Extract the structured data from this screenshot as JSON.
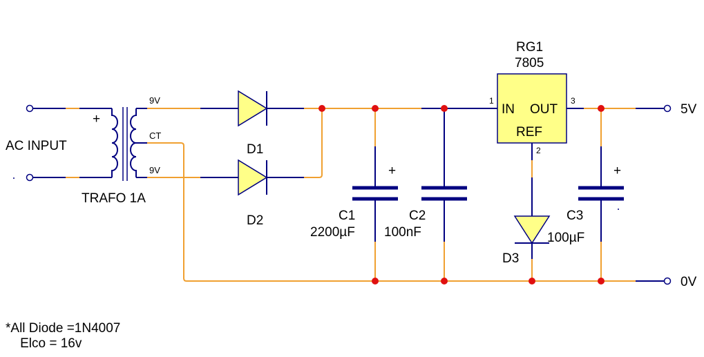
{
  "labels": {
    "ac_input": "AC INPUT",
    "transformer": "TRAFO 1A",
    "tap_top": "9V",
    "tap_center": "CT",
    "tap_bottom": "9V",
    "plus": "+",
    "d1": "D1",
    "d2": "D2",
    "d3": "D3",
    "c1_name": "C1",
    "c1_value": "2200µF",
    "c2_name": "C2",
    "c2_value": "100nF",
    "c3_name": "C3",
    "c3_value": "100µF",
    "rg_name": "RG1",
    "rg_part": "7805",
    "pin_in": "IN",
    "pin_out": "OUT",
    "pin_ref": "REF",
    "pin1": "1",
    "pin2": "2",
    "pin3": "3",
    "out_5v": "5V",
    "out_0v": "0V"
  },
  "notes": {
    "line1": "*All Diode =1N4007",
    "line2": "    Elco = 16v"
  },
  "colors": {
    "wire_primary": "#000080",
    "wire_secondary": "#f0a030",
    "junction": "#e01010",
    "component_fill": "#ffff88"
  }
}
